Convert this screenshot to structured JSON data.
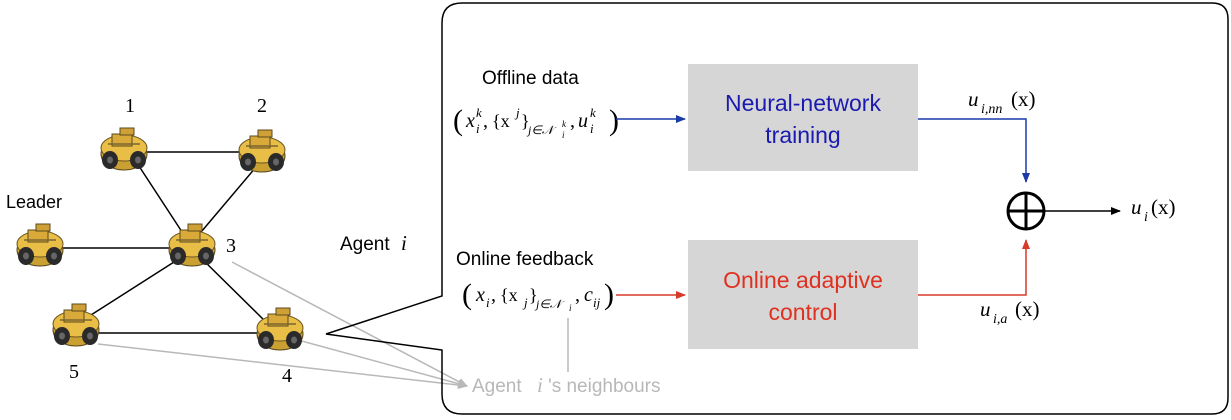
{
  "network": {
    "node_labels": [
      "1",
      "2",
      "3",
      "4",
      "5"
    ],
    "leader_label": "Leader"
  },
  "agent_label": {
    "text": "Agent",
    "var": "i"
  },
  "neighbours_label": {
    "prefix": "Agent",
    "var": "i",
    "suffix": "'s  neighbours"
  },
  "offline": {
    "title": "Offline data",
    "formula": {
      "x": "x",
      "xsub": "i",
      "xsup": "k",
      "set": "{x",
      "setsup": "j",
      "setclose": "}",
      "setsub": "j∈𝒩",
      "setsub_sub": "i",
      "setsub_sup": "k",
      "u": "u",
      "usub": "i",
      "usup": "k"
    },
    "box_line1": "Neural-network",
    "box_line2": "training",
    "output_label": {
      "u": "u",
      "sub": "i,nn",
      "arg": "(x)"
    }
  },
  "online": {
    "title": "Online feedback",
    "formula": {
      "x": "x",
      "xsub": "i",
      "set": "{x",
      "setsub_inner": "j",
      "setclose": "}",
      "setsub": "j∈𝒩",
      "setsub_sub": "i",
      "c": "c",
      "csub": "ij"
    },
    "box_line1": "Online adaptive",
    "box_line2": "control",
    "output_label": {
      "u": "u",
      "sub": "i,a",
      "arg": "(x)"
    }
  },
  "result_label": {
    "u": "u",
    "sub": "i",
    "arg": "(x)"
  },
  "colors": {
    "offline_arrow": "#1a3aa8",
    "offline_text": "#1a1ab0",
    "online_arrow": "#d83a2a",
    "online_text": "#e03020",
    "box_fill": "#d6d6d6",
    "neighbour_gray": "#b8b8b8",
    "robot_body": "#e2b23a",
    "robot_wheel": "#2a2a2a"
  },
  "icons": [
    "robot-icon",
    "summing-junction-icon"
  ]
}
